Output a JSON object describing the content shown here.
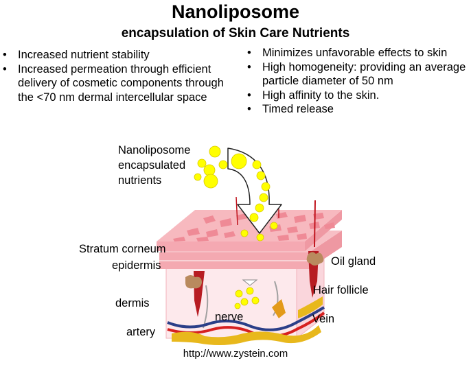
{
  "header": {
    "title": "Nanoliposome",
    "subtitle": "encapsulation of Skin Care Nutrients"
  },
  "benefits_left": [
    "Increased nutrient stability",
    "Increased permeation through efficient delivery of cosmetic components through the <70 nm dermal intercellular space"
  ],
  "benefits_right": [
    "Minimizes unfavorable effects to skin",
    "High homogeneity: providing an average particle diameter of 50 nm",
    "High affinity to the skin.",
    "Timed release"
  ],
  "diagram": {
    "callout_lines": [
      "Nanoliposome",
      "encapsulated",
      "nutrients"
    ],
    "labels": {
      "stratum_corneum": "Stratum corneum",
      "epidermis": "epidermis",
      "dermis": "dermis",
      "artery": "artery",
      "nerve": "nerve",
      "oil_gland": "Oil gland",
      "hair_follicle": "Hair follicle",
      "vein": "Vein"
    },
    "colors": {
      "particle": "#ffff00",
      "particle_outline": "#d8c800",
      "skin_surface": "#f7b9bf",
      "skin_cell": "#ef8a96",
      "epidermis": "#f4a9b1",
      "dermis": "#fde9ec",
      "hair": "#c0141d",
      "artery": "#d62020",
      "vein": "#2b3f88",
      "fat": "#e8b81c"
    }
  },
  "footer": {
    "url": "http://www.zystein.com"
  }
}
